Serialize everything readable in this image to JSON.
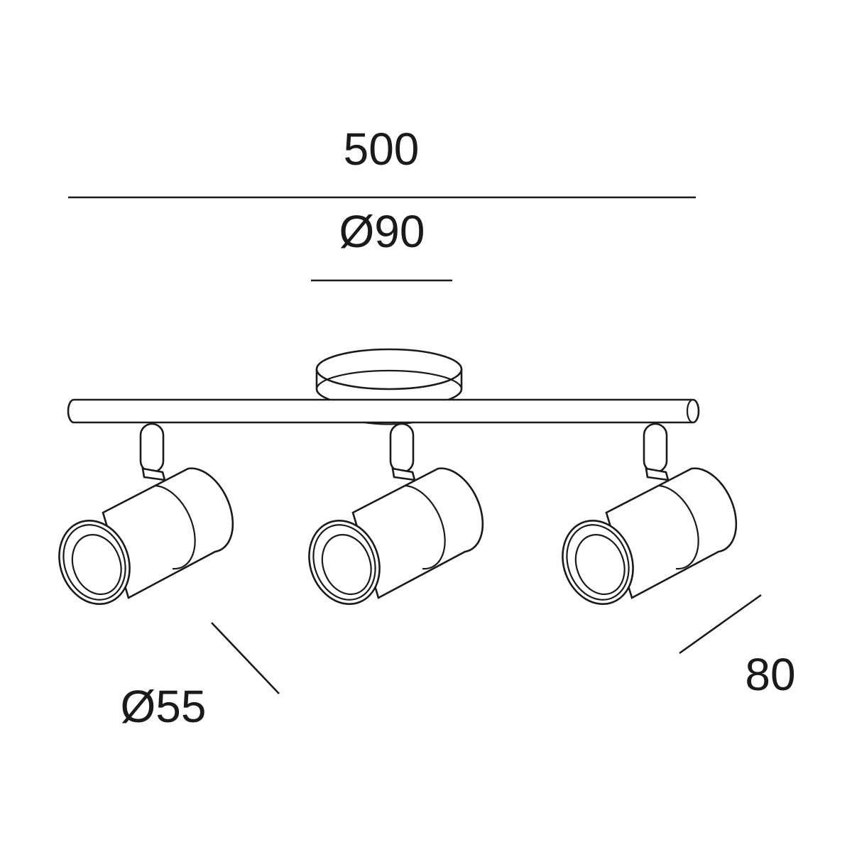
{
  "dimensions": {
    "total_length": "500",
    "canopy_diameter": "Ø90",
    "spot_diameter": "Ø55",
    "spot_depth": "80"
  },
  "colors": {
    "stroke": "#1a1a1a",
    "background": "#ffffff"
  }
}
